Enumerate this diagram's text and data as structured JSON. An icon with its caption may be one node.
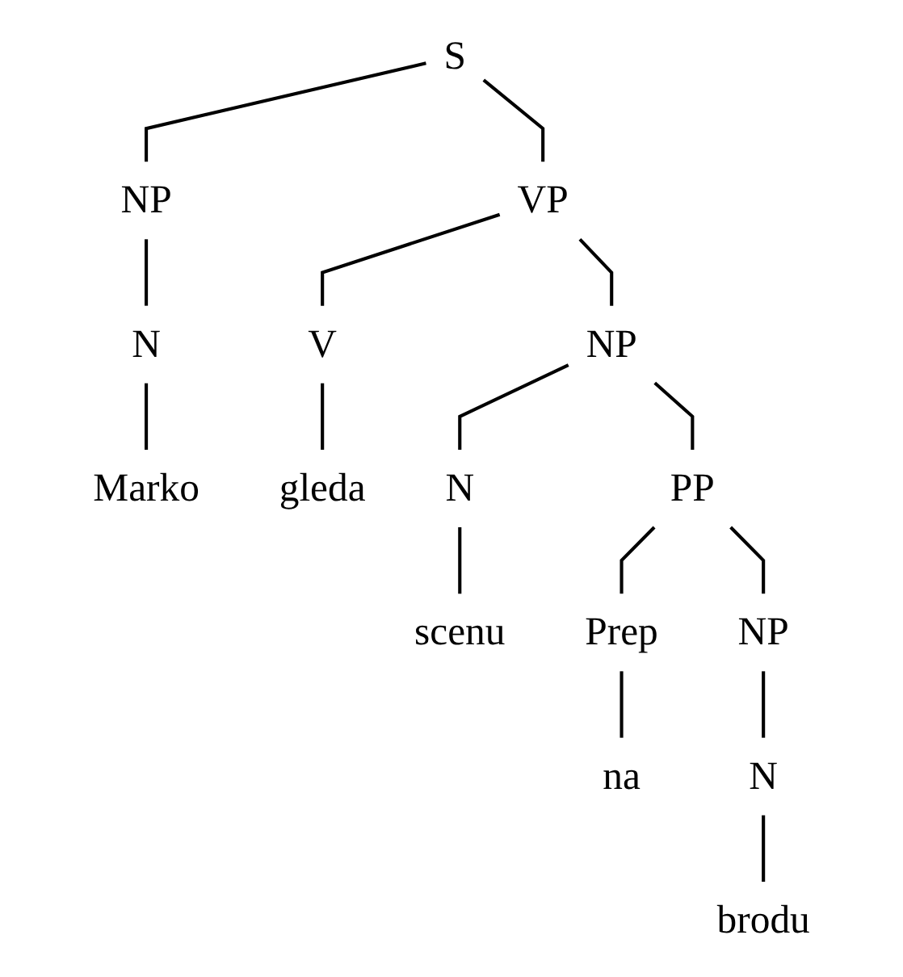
{
  "diagram": {
    "nodes": [
      {
        "text": [
          "S"
        ]
      },
      {
        "text": [
          "NP"
        ]
      },
      {
        "text": [
          "VP"
        ]
      },
      {
        "text": [
          "N"
        ]
      },
      {
        "text": [
          "V"
        ]
      },
      {
        "text": [
          "NP"
        ]
      },
      {
        "text": [
          "Marko"
        ]
      },
      {
        "text": [
          "gleda"
        ]
      },
      {
        "text": [
          "N"
        ]
      },
      {
        "text": [
          "PP"
        ]
      },
      {
        "text": [
          "scenu"
        ]
      },
      {
        "text": [
          "Prep"
        ]
      },
      {
        "text": [
          "NP"
        ]
      },
      {
        "text": [
          "na"
        ]
      },
      {
        "text": [
          "N"
        ]
      },
      {
        "text": [
          "brodu"
        ]
      }
    ],
    "edges": [
      {
        "from": 0,
        "to": 1,
        "arrow": "none"
      },
      {
        "from": 0,
        "to": 2,
        "arrow": "none"
      },
      {
        "from": 1,
        "to": 3,
        "arrow": "none"
      },
      {
        "from": 2,
        "to": 4,
        "arrow": "none"
      },
      {
        "from": 2,
        "to": 5,
        "arrow": "none"
      },
      {
        "from": 3,
        "to": 6,
        "arrow": "none"
      },
      {
        "from": 4,
        "to": 7,
        "arrow": "none"
      },
      {
        "from": 5,
        "to": 8,
        "arrow": "none"
      },
      {
        "from": 5,
        "to": 9,
        "arrow": "none"
      },
      {
        "from": 8,
        "to": 10,
        "arrow": "none"
      },
      {
        "from": 9,
        "to": 11,
        "arrow": "none"
      },
      {
        "from": 9,
        "to": 12,
        "arrow": "none"
      },
      {
        "from": 11,
        "to": 13,
        "arrow": "none"
      },
      {
        "from": 12,
        "to": 14,
        "arrow": "none"
      },
      {
        "from": 14,
        "to": 15,
        "arrow": "none"
      }
    ]
  }
}
